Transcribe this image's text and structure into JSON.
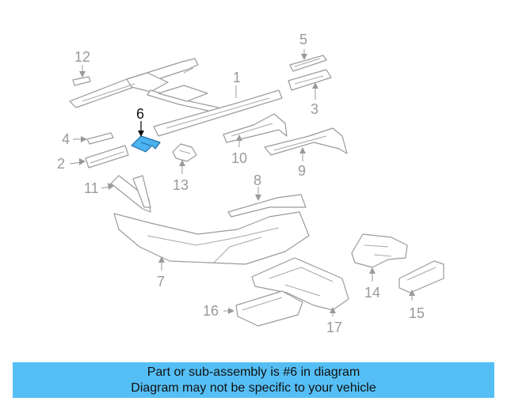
{
  "callouts": {
    "c1": "1",
    "c2": "2",
    "c3": "3",
    "c4": "4",
    "c5": "5",
    "c6": "6",
    "c7": "7",
    "c8": "8",
    "c9": "9",
    "c10": "10",
    "c11": "11",
    "c12": "12",
    "c13": "13",
    "c14": "14",
    "c15": "15",
    "c16": "16",
    "c17": "17"
  },
  "highlighted_part": "6",
  "colors": {
    "highlight": "#4db3f0",
    "banner": "#55bff5",
    "line": "#9a9a9a"
  },
  "banner": {
    "line1": "Part or sub-assembly is #6 in diagram",
    "line2": "Diagram may not be specific to your vehicle"
  }
}
